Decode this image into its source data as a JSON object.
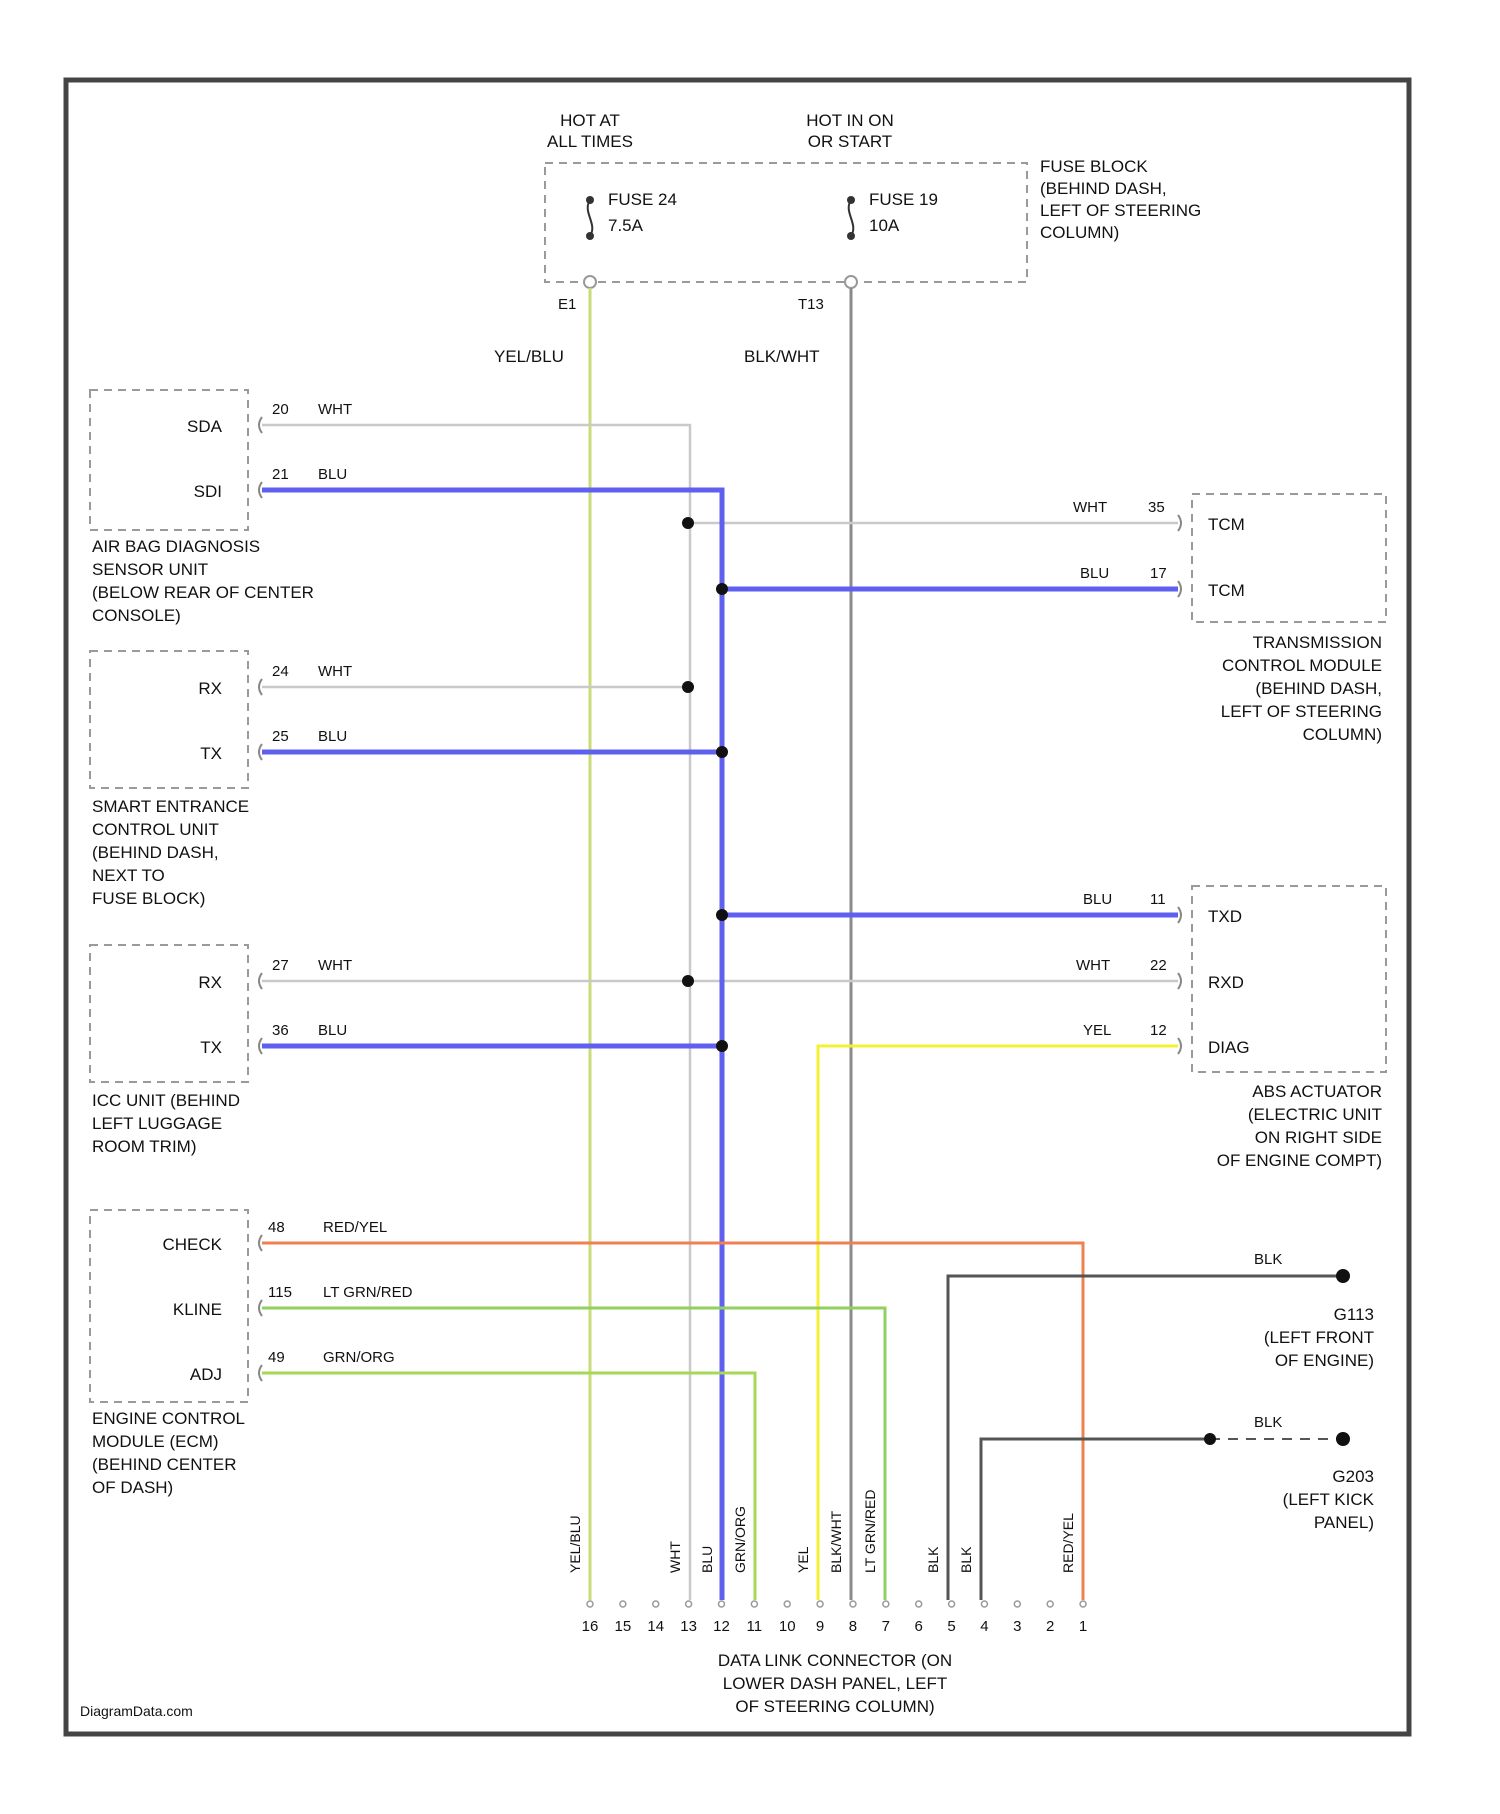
{
  "colors": {
    "yel_blu": "#c8dc78",
    "blk_wht": "#8a8a8a",
    "wht": "#c9c9c9",
    "blu": "#5f5ff0",
    "yel": "#f4f032",
    "red_yel": "#f08050",
    "lt_grn_red": "#90d060",
    "grn_org": "#a6d858",
    "blk": "#555555",
    "box": "#9a9a9a",
    "frame": "#444444"
  },
  "power": {
    "hot_at_all_times": [
      "HOT AT",
      "ALL TIMES"
    ],
    "hot_in_on": [
      "HOT IN ON",
      "OR START"
    ],
    "fuse_a": [
      "FUSE 24",
      "7.5A"
    ],
    "fuse_b": [
      "FUSE 19",
      "10A"
    ],
    "fuse_block": [
      "FUSE BLOCK",
      "(BEHIND DASH,",
      "LEFT OF STEERING",
      "COLUMN)"
    ],
    "term_a": "E1",
    "term_b": "T13",
    "wire_a": "YEL/BLU",
    "wire_b": "BLK/WHT"
  },
  "airbag": {
    "pin_sda": "SDA",
    "pin_sdi": "SDI",
    "num_sda": "20",
    "num_sdi": "21",
    "wire_sda": "WHT",
    "wire_sdi": "BLU",
    "label": [
      "AIR BAG DIAGNOSIS",
      "SENSOR UNIT",
      "(BELOW REAR OF CENTER",
      "CONSOLE)"
    ]
  },
  "tcm": {
    "pin_1": "TCM",
    "pin_2": "TCM",
    "num_1": "35",
    "num_2": "17",
    "wire_1": "WHT",
    "wire_2": "BLU",
    "label": [
      "TRANSMISSION",
      "CONTROL MODULE",
      "(BEHIND DASH,",
      "LEFT OF STEERING",
      "COLUMN)"
    ]
  },
  "smart": {
    "pin_rx": "RX",
    "pin_tx": "TX",
    "num_rx": "24",
    "num_tx": "25",
    "wire_rx": "WHT",
    "wire_tx": "BLU",
    "label": [
      "SMART ENTRANCE",
      "CONTROL UNIT",
      "(BEHIND DASH,",
      "NEXT TO",
      "FUSE BLOCK)"
    ]
  },
  "abs": {
    "pin_tx": "TXD",
    "pin_rx": "RXD",
    "pin_diag": "DIAG",
    "num_tx": "11",
    "num_rx": "22",
    "num_diag": "12",
    "wire_tx": "BLU",
    "wire_rx": "WHT",
    "wire_diag": "YEL",
    "label": [
      "ABS ACTUATOR",
      "(ELECTRIC UNIT",
      "ON RIGHT SIDE",
      "OF ENGINE COMPT)"
    ]
  },
  "icc": {
    "pin_rx": "RX",
    "pin_tx": "TX",
    "num_rx": "27",
    "num_tx": "36",
    "wire_rx": "WHT",
    "wire_tx": "BLU",
    "label": [
      "ICC UNIT (BEHIND",
      "LEFT LUGGAGE",
      "ROOM TRIM)"
    ]
  },
  "ecm": {
    "pin_check": "CHECK",
    "pin_kline": "KLINE",
    "pin_adj": "ADJ",
    "num_check": "48",
    "num_kline": "115",
    "num_adj": "49",
    "wire_check": "RED/YEL",
    "wire_kline": "LT GRN/RED",
    "wire_adj": "GRN/ORG",
    "label": [
      "ENGINE CONTROL",
      "MODULE (ECM)",
      "(BEHIND CENTER",
      "OF DASH)"
    ]
  },
  "grounds": {
    "g1_wire": "BLK",
    "g1": [
      "G113",
      "(LEFT FRONT",
      "OF ENGINE)"
    ],
    "g2_wire": "BLK",
    "g2": [
      "G203",
      "(LEFT KICK",
      "PANEL)"
    ]
  },
  "connector": {
    "pins": [
      "16",
      "15",
      "14",
      "13",
      "12",
      "11",
      "10",
      "9",
      "8",
      "7",
      "6",
      "5",
      "4",
      "3",
      "2",
      "1"
    ],
    "wire_labels": {
      "p16": "YEL/BLU",
      "p13": "WHT",
      "p12": "BLU",
      "p11": "GRN/ORG",
      "p9": "YEL",
      "p8": "BLK/WHT",
      "p7": "LT GRN/RED",
      "p5": "BLK",
      "p4": "BLK",
      "p1": "RED/YEL"
    },
    "label": [
      "DATA LINK CONNECTOR (ON",
      "LOWER DASH PANEL, LEFT",
      "OF STEERING COLUMN)"
    ]
  },
  "watermark": "DiagramData.com"
}
